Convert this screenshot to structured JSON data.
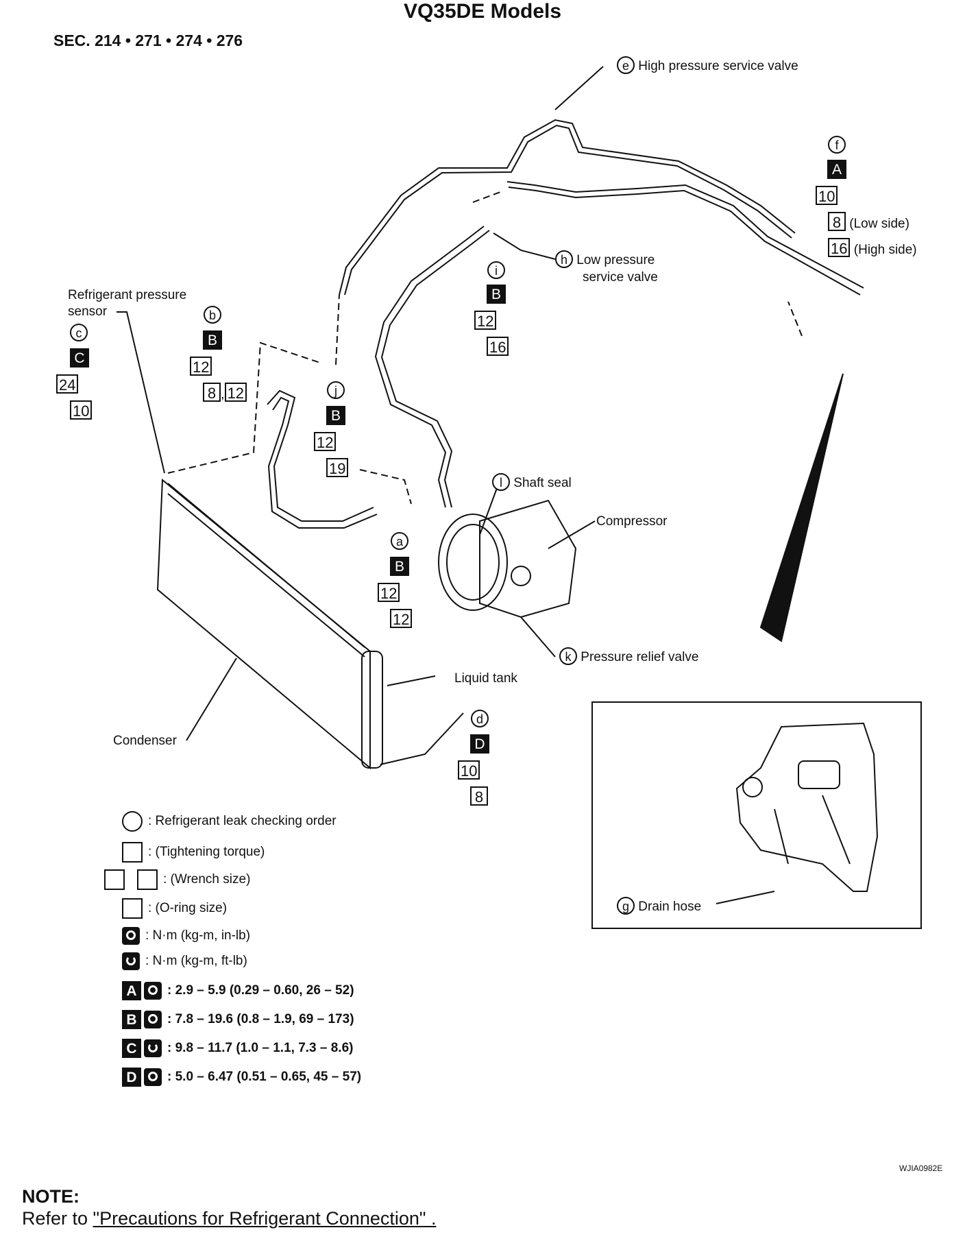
{
  "title": "VQ35DE Models",
  "section": "SEC. 214 • 271 • 274 • 276",
  "callouts": {
    "e": {
      "letter": "e",
      "label": "High pressure service valve"
    },
    "f": {
      "letter": "f",
      "torque": "A",
      "size1": "10",
      "size2": "8",
      "size2_note": "(Low side)",
      "size3": "16",
      "size3_note": "(High side)"
    },
    "h": {
      "letter": "h",
      "label1": "Low pressure",
      "label2": "service valve"
    },
    "i": {
      "letter": "i",
      "torque": "B",
      "size1": "12",
      "size2": "16"
    },
    "sensor": {
      "label1": "Refrigerant pressure",
      "label2": "sensor"
    },
    "c": {
      "letter": "c",
      "torque": "C",
      "size1": "24",
      "size2": "10"
    },
    "b": {
      "letter": "b",
      "torque": "B",
      "size1": "12",
      "size2": "8",
      "sep": ",",
      "size3": "12"
    },
    "j": {
      "letter": "j",
      "torque": "B",
      "size1": "12",
      "size2": "19"
    },
    "l": {
      "letter": "l",
      "label": "Shaft seal"
    },
    "compressor": {
      "label": "Compressor"
    },
    "a": {
      "letter": "a",
      "torque": "B",
      "size1": "12",
      "size2": "12"
    },
    "k": {
      "letter": "k",
      "label": "Pressure relief valve"
    },
    "liquid_tank": {
      "label": "Liquid tank"
    },
    "condenser": {
      "label": "Condenser"
    },
    "d": {
      "letter": "d",
      "torque": "D",
      "size1": "10",
      "size2": "8"
    },
    "g": {
      "letter": "g",
      "label": "Drain hose"
    }
  },
  "legend": {
    "leak_order": ": Refrigerant leak checking order",
    "torque": ": (Tightening torque)",
    "wrench": ": (Wrench size)",
    "oring": ": (O-ring size)",
    "nm_in": ": N·m (kg-m, in-lb)",
    "nm_ft": ": N·m (kg-m, ft-lb)",
    "specs": [
      {
        "code": "A",
        "value": ": 2.9 – 5.9 (0.29 – 0.60, 26 – 52)"
      },
      {
        "code": "B",
        "value": ": 7.8 – 19.6 (0.8 – 1.9, 69 – 173)"
      },
      {
        "code": "C",
        "value": ": 9.8 – 11.7 (1.0 – 1.1, 7.3 – 8.6)"
      },
      {
        "code": "D",
        "value": ": 5.0 – 6.47 (0.51 – 0.65, 45 – 57)"
      }
    ]
  },
  "figure_code": "WJIA0982E",
  "note": {
    "heading": "NOTE:",
    "prefix": "Refer to ",
    "link": "\"Precautions for Refrigerant Connection\" ."
  }
}
